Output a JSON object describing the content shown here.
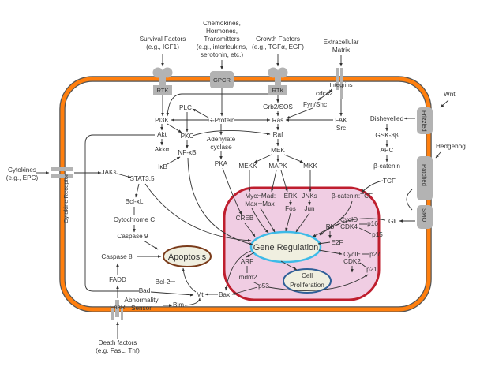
{
  "title": "Cell signaling pathways",
  "colors": {
    "membrane": "#ff7f0e",
    "membrane_edge": "#555555",
    "receptor": "#b3b3b3",
    "nucleus_fill": "#f0cde3",
    "nucleus_border": "#bf1e2e",
    "gene_reg_border": "#3dbbe8",
    "proliferation_border": "#2f5f98",
    "apoptosis_border": "#7a3b1a",
    "oval_fill": "#f0efe0"
  },
  "external_signals": {
    "survival": [
      "Survival Factors",
      "(e.g., IGF1)"
    ],
    "chemokines": [
      "Chemokines,",
      "Hormones,",
      "Transmitters",
      "(e.g., interleukins,",
      "serotonin, etc.)"
    ],
    "growth": [
      "Growth Factors",
      "(e.g., TGFα, EGF)"
    ],
    "ecm": [
      "Extracellular",
      "Matrix"
    ],
    "cytokines": [
      "Cytokines",
      "(e.g., EPC)"
    ],
    "wnt": "Wnt",
    "hedgehog": "Hedgehog",
    "death": [
      "Death factors",
      "(e.g. FasL, Tnf)"
    ]
  },
  "receptors": {
    "rtk1": "RTK",
    "gpcr": "GPCR",
    "rtk2": "RTK",
    "integrins": "Integrins",
    "cytokine_receptor": "Cytokine Receptor",
    "frizzled": "Frizzled",
    "patched": "Patched",
    "smo": "SMO",
    "fasr": "FasR"
  },
  "nodes": {
    "cdc42": "cdc42",
    "fyn_shc": "Fyn/Shc",
    "plc": "PLC",
    "pi3k": "PI3K",
    "g_protein": "G-Protein",
    "grb2_sos": "Grb2/SOS",
    "ras": "Ras",
    "fak": "FAK",
    "src": "Src",
    "akt": "Akt",
    "pkc": "PKC",
    "adenylate_cyclase": [
      "Adenylate",
      "cyclase"
    ],
    "raf": "Raf",
    "akka": "Akkα",
    "nfkb": "NF-κB",
    "ikb": "IκB",
    "pka": "PKA",
    "mek": "MEK",
    "mekk": "MEKK",
    "mapk": "MAPK",
    "mkk": "MKK",
    "jaks": "JAKs",
    "stat": "STAT3,5",
    "bclxl": "Bcl-xL",
    "cytochrome_c": "Cytochrome C",
    "caspase9": "Caspase 9",
    "caspase8": "Caspase 8",
    "fadd": "FADD",
    "bcl2": "Bcl-2",
    "bad": "Bad",
    "mt": "Mt",
    "bax": "Bax",
    "abnormality_sensor": [
      "Abnormality",
      "Sensor"
    ],
    "bim": "Bim",
    "dishevelled": "Dishevelled",
    "gsk3b": "GSK-3β",
    "apc": "APC",
    "b_catenin": "β-catenin",
    "tcf": "TCF",
    "gli": "Gli"
  },
  "nucleus": {
    "myc_max": [
      "Myc:",
      "Max"
    ],
    "mad_max": [
      "Mad:",
      "Max"
    ],
    "erk": "ERK",
    "fos": "Fos",
    "jnks": "JNKs",
    "jun": "Jun",
    "bcat_tcf": "β-catenin:TCF",
    "creb": "CREB",
    "cycld": "CycID",
    "cdk4": "CDK4",
    "rb": "Rb",
    "p16": "p16",
    "p15": "p15",
    "e2f": "E2F",
    "cycle": "CycIE",
    "cdk2": "CDK2",
    "p27": "p27",
    "p21": "p21",
    "arf": "ARF",
    "mdm2": "mdm2",
    "p53": "p53"
  },
  "outcomes": {
    "gene_regulation": "Gene Regulation",
    "cell_proliferation": [
      "Cell",
      "Proliferation"
    ],
    "apoptosis": "Apoptosis"
  }
}
